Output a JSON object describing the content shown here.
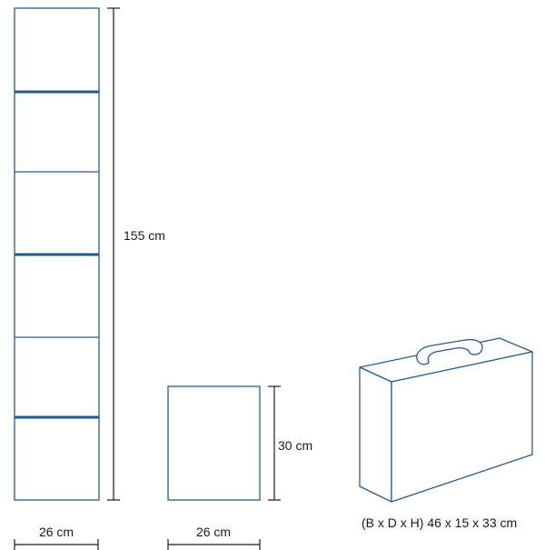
{
  "tall_column": {
    "height_label": "155 cm",
    "width_label": "26 cm",
    "sections": 6
  },
  "small_box": {
    "height_label": "30 cm",
    "width_label": "26 cm"
  },
  "suitcase": {
    "dimensions_label": "(B x D x H) 46 x 15 x 33 cm"
  },
  "colors": {
    "outline": "#2a5d8c",
    "thick_divider": "#1f5a8e",
    "dimension_line": "#1a1a1a"
  }
}
